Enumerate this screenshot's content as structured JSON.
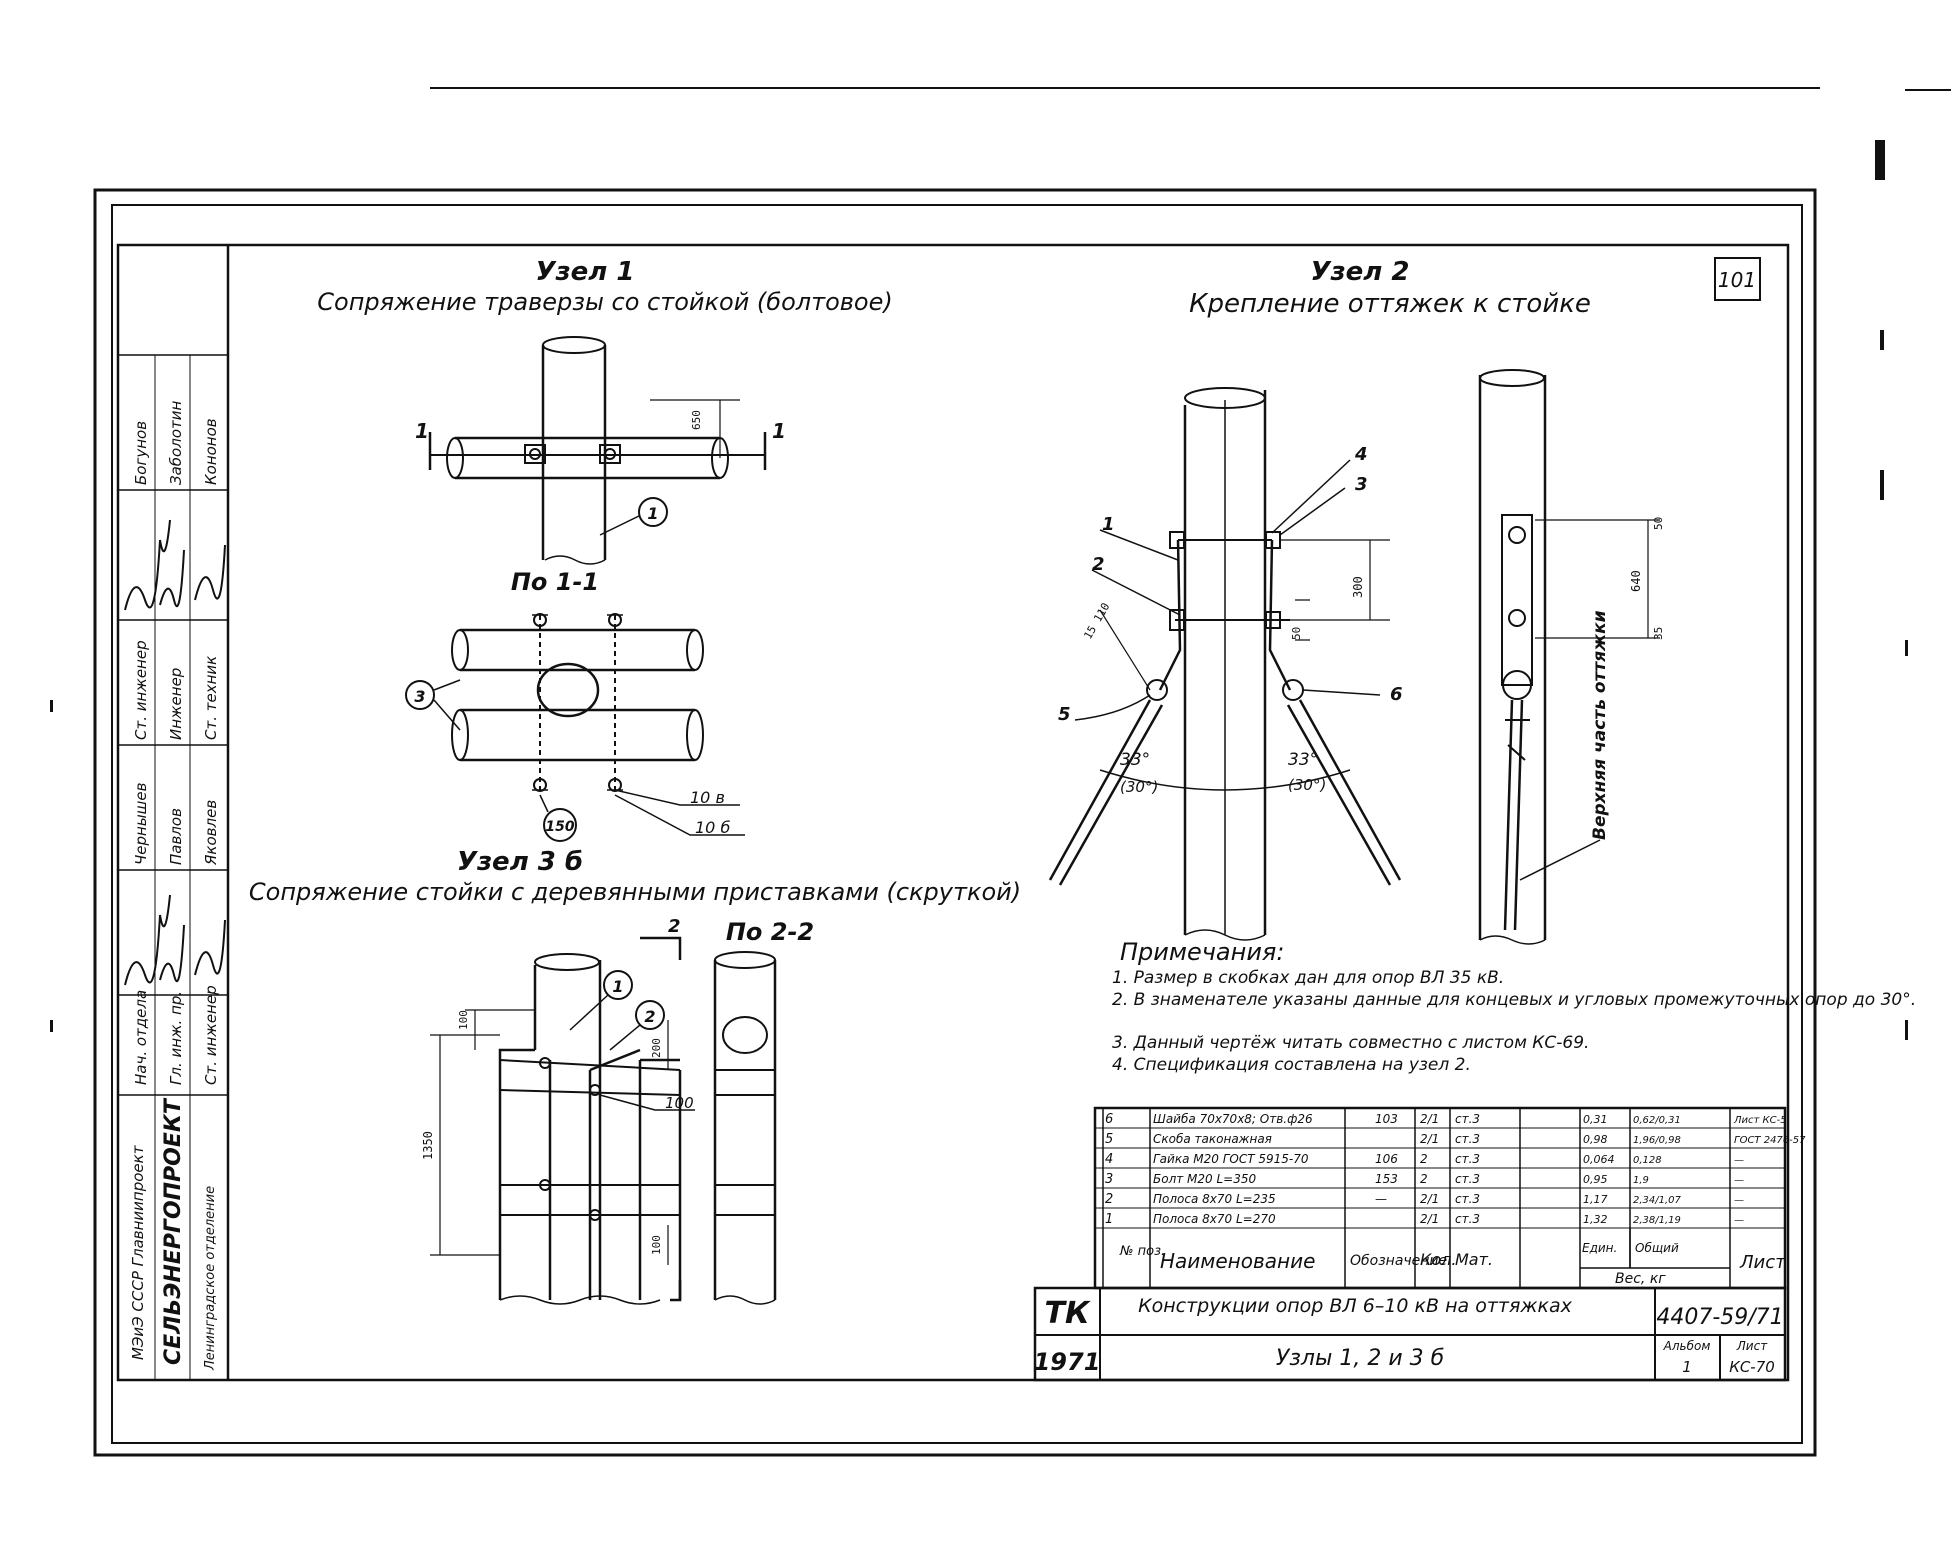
{
  "sheet_no": "101",
  "node1": {
    "title": "Узел 1",
    "subtitle": "Сопряжение траверзы со стойкой (болтовое)",
    "section_label": "По 1-1",
    "cut_left": "1",
    "cut_right": "1",
    "dim": "650",
    "callout_main": "1",
    "callout_crossarm": "3",
    "callout_bolt": "150",
    "label_10v": "10 в",
    "label_10b": "10 б"
  },
  "node3": {
    "title": "Узел 3 б",
    "subtitle": "Сопряжение стойки с деревянными приставками (скруткой)",
    "section_label": "По 2-2",
    "cut_mark": "2",
    "callout_1": "1",
    "callout_2": "2",
    "dim_total": "1350",
    "dim_top": "100",
    "dim_band": "200",
    "dim_bottom": "100",
    "label_100": "100"
  },
  "node2": {
    "title": "Узел 2",
    "subtitle": "Крепление оттяжек к стойке",
    "angle_left": "33°",
    "angle_left_alt": "(30°)",
    "angle_right": "33°",
    "angle_right_alt": "(30°)",
    "dim_300": "300",
    "dim_small": "50",
    "dim_side": "15 110",
    "side_dim_total": "640",
    "side_dim_top": "50",
    "side_dim_bottom": "35",
    "side_text": "Верхняя часть оттяжки",
    "pos_labels": [
      "1",
      "2",
      "3",
      "4",
      "5",
      "6"
    ]
  },
  "notes": {
    "heading": "Примечания:",
    "items": [
      "1. Размер в скобках дан для опор ВЛ 35 кВ.",
      "2. В знаменателе указаны данные для концевых и угловых промежуточных опор до 30°.",
      "3. Данный чертёж читать совместно с листом КС-69.",
      "4. Спецификация составлена на узел 2."
    ]
  },
  "spec": {
    "rows": [
      {
        "pos": "6",
        "name": "Шайба 70х70х8; Отв.ф26",
        "mark": "103",
        "qty": "2/1",
        "mat": "ст.3",
        "unit": "0,31",
        "total": "0,62/0,31",
        "sheet": "Лист КС-5"
      },
      {
        "pos": "5",
        "name": "Скоба таконажная",
        "mark": "",
        "qty": "2/1",
        "mat": "ст.3",
        "unit": "0,98",
        "total": "1,96/0,98",
        "sheet": "ГОСТ 2476-57"
      },
      {
        "pos": "4",
        "name": "Гайка М20 ГОСТ 5915-70",
        "mark": "106",
        "qty": "2",
        "mat": "ст.3",
        "unit": "0,064",
        "total": "0,128",
        "sheet": "—"
      },
      {
        "pos": "3",
        "name": "Болт М20 L=350",
        "mark": "153",
        "qty": "2",
        "mat": "ст.3",
        "unit": "0,95",
        "total": "1,9",
        "sheet": "—"
      },
      {
        "pos": "2",
        "name": "Полоса 8х70 L=235",
        "mark": "—",
        "qty": "2/1",
        "mat": "ст.3",
        "unit": "1,17",
        "total": "2,34/1,07",
        "sheet": "—"
      },
      {
        "pos": "1",
        "name": "Полоса 8х70 L=270",
        "mark": "",
        "qty": "2/1",
        "mat": "ст.3",
        "unit": "1,32",
        "total": "2,38/1,19",
        "sheet": "—"
      }
    ],
    "headers": {
      "pos": "№ поз.",
      "name": "Наименование",
      "mark": "Обозначение",
      "qty": "Кол.",
      "mat": "Мат.",
      "unit": "Един.",
      "total": "Общий",
      "weight": "Вес, кг",
      "sheet": "Лист"
    }
  },
  "title_block": {
    "tk": "ТК",
    "year": "1971",
    "title": "Конструкции опор ВЛ 6–10 кВ на оттяжках",
    "subtitle": "Узлы 1, 2 и 3 б",
    "code": "4407-59/71",
    "album_label": "Альбом",
    "album": "1",
    "sheet_label": "Лист",
    "sheet": "КС-70"
  },
  "side_stamp": {
    "org_top": "МЭиЭ СССР Главниипроект",
    "org": "СЕЛЬЭНЕРГОПРОЕКТ",
    "org_sub": "Ленинградское отделение",
    "roles": [
      "Нач. отдела",
      "Гл. инж. пр.",
      "Ст. инженер"
    ],
    "roles2": [
      "Нач. отдела",
      "Гл. инж. пр.",
      "Ст. инженер"
    ],
    "names_col": [
      "Богунов",
      "Заболотин",
      "Кононов",
      "Ст. инженер",
      "Инженер",
      "Ст. техник",
      "Чернышев",
      "Павлов",
      "Яковлев"
    ]
  }
}
